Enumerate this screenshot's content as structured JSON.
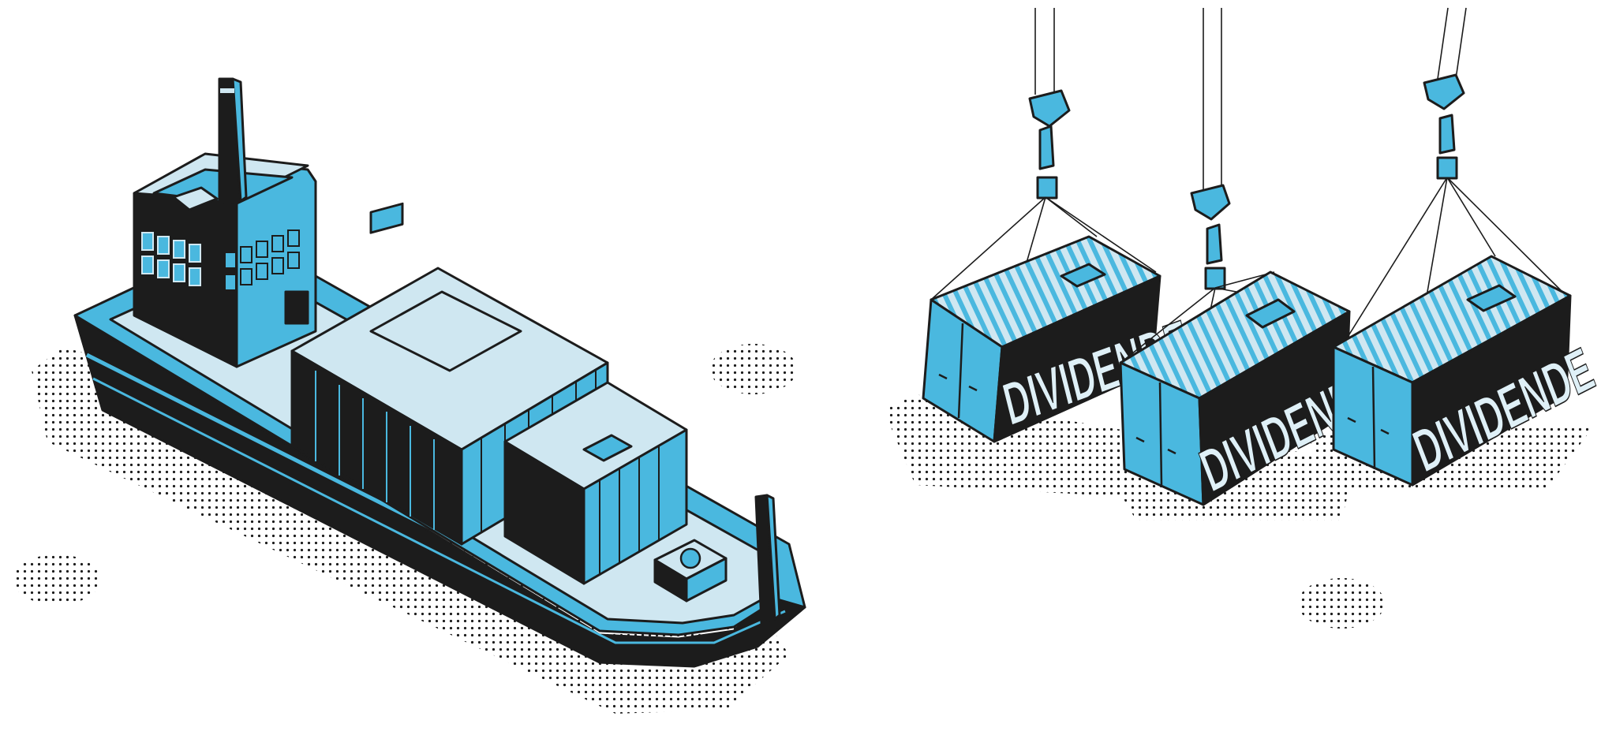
{
  "illustration": {
    "colors": {
      "primary": "#4ab8df",
      "light": "#cfe7f1",
      "dark": "#1c1c1c",
      "background": "#ffffff",
      "dots": "#1c1c1c"
    },
    "containers": [
      {
        "label": "DIVIDENDE"
      },
      {
        "label": "DIVIDEND"
      },
      {
        "label": "DIVIDENDE"
      }
    ]
  }
}
